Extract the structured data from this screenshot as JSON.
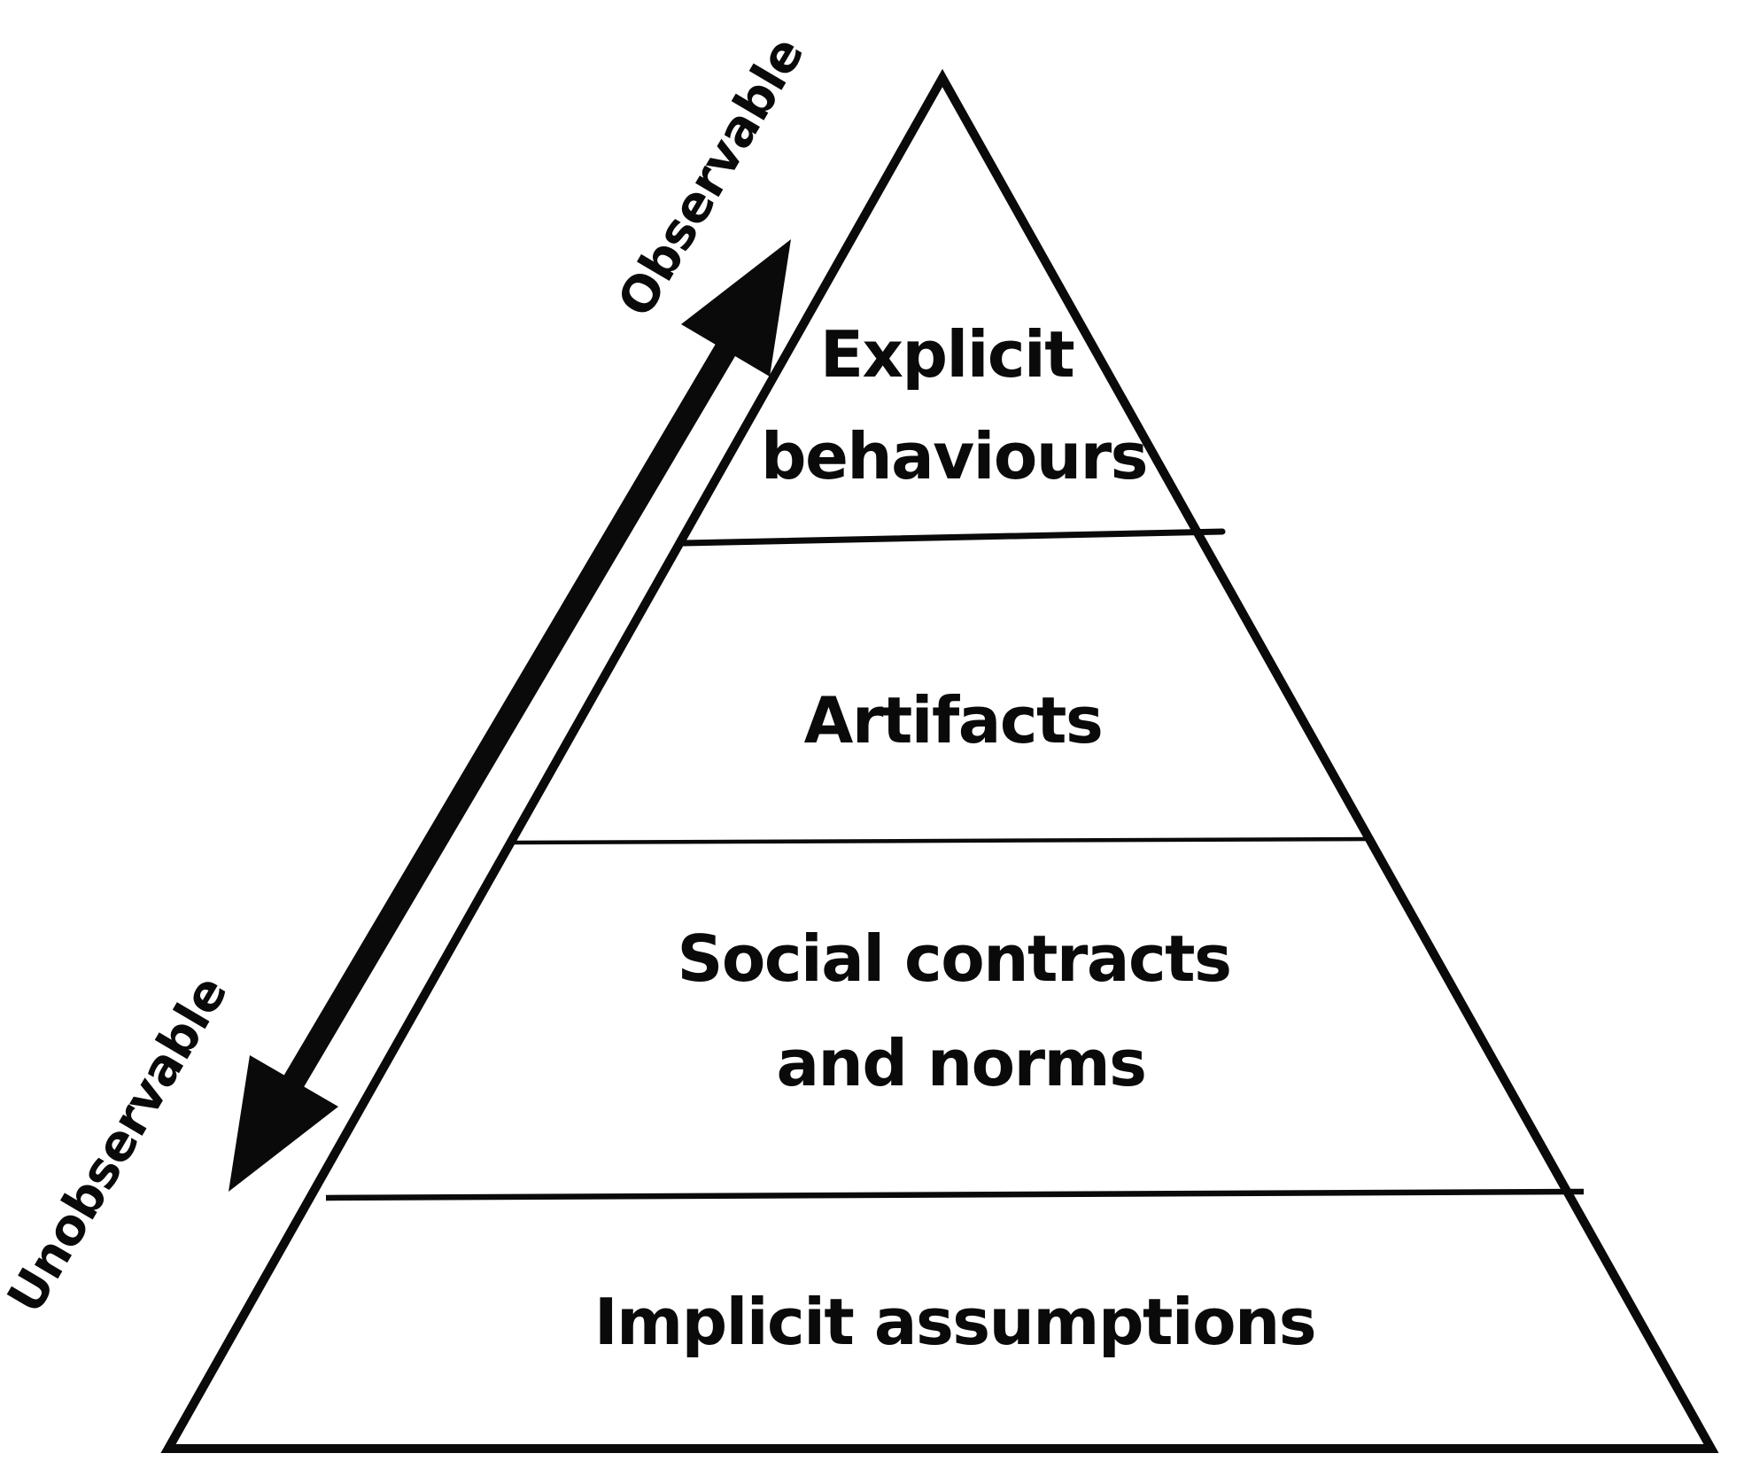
{
  "page": {
    "background_color": "#ffffff",
    "ink_color": "#0a0a0a"
  },
  "axis": {
    "observable_label": "Observable",
    "unobservable_label": "Unobservable"
  },
  "pyramid": {
    "levels": [
      {
        "label": "Explicit behaviours",
        "lines": [
          "Explicit",
          "behaviours"
        ],
        "position": "top"
      },
      {
        "label": "Artifacts",
        "lines": [
          "Artifacts"
        ],
        "position": "upper-middle"
      },
      {
        "label": "Social contracts and norms",
        "lines": [
          "Social contracts",
          "and norms"
        ],
        "position": "lower-middle"
      },
      {
        "label": "Implicit assumptions",
        "lines": [
          "Implicit assumptions"
        ],
        "position": "bottom"
      }
    ]
  }
}
